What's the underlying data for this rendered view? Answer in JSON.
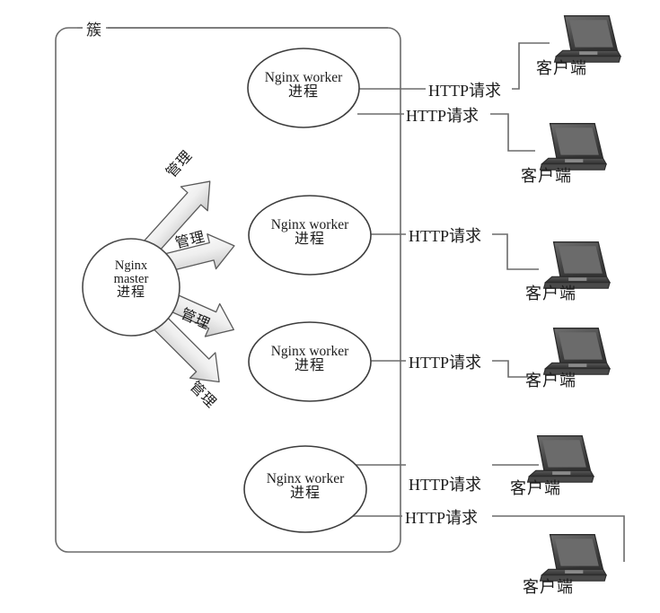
{
  "diagram": {
    "cluster_label": "簇",
    "master": {
      "line1": "Nginx",
      "line2": "master",
      "line3": "进程"
    },
    "workers": [
      {
        "line1": "Nginx worker",
        "line2": "进程"
      },
      {
        "line1": "Nginx worker",
        "line2": "进程"
      },
      {
        "line1": "Nginx worker",
        "line2": "进程"
      },
      {
        "line1": "Nginx worker",
        "line2": "进程"
      }
    ],
    "arrows": [
      {
        "label": "管理"
      },
      {
        "label": "管理"
      },
      {
        "label": "管理"
      },
      {
        "label": "管理"
      }
    ],
    "http_labels": [
      {
        "text": "HTTP请求"
      },
      {
        "text": "HTTP请求"
      },
      {
        "text": "HTTP请求"
      },
      {
        "text": "HTTP请求"
      },
      {
        "text": "HTTP请求"
      },
      {
        "text": "HTTP请求"
      }
    ],
    "clients": [
      {
        "label": "客户端",
        "icon": "laptop-icon"
      },
      {
        "label": "客户端",
        "icon": "laptop-icon"
      },
      {
        "label": "客户端",
        "icon": "laptop-icon"
      },
      {
        "label": "客户端",
        "icon": "laptop-icon"
      },
      {
        "label": "客户端",
        "icon": "laptop-icon"
      },
      {
        "label": "客户端",
        "icon": "laptop-icon"
      }
    ],
    "colors": {
      "background": "#ffffff",
      "outline": "#4a4a4a",
      "connector": "#6b6b6b",
      "arrow_fill_light": "#f2f2f2",
      "arrow_fill_dark": "#cfcfcf",
      "arrow_stroke": "#555555",
      "laptop_dark": "#3c3c3c",
      "laptop_screen": "#4e4e4e",
      "text": "#1b1b1b"
    }
  }
}
